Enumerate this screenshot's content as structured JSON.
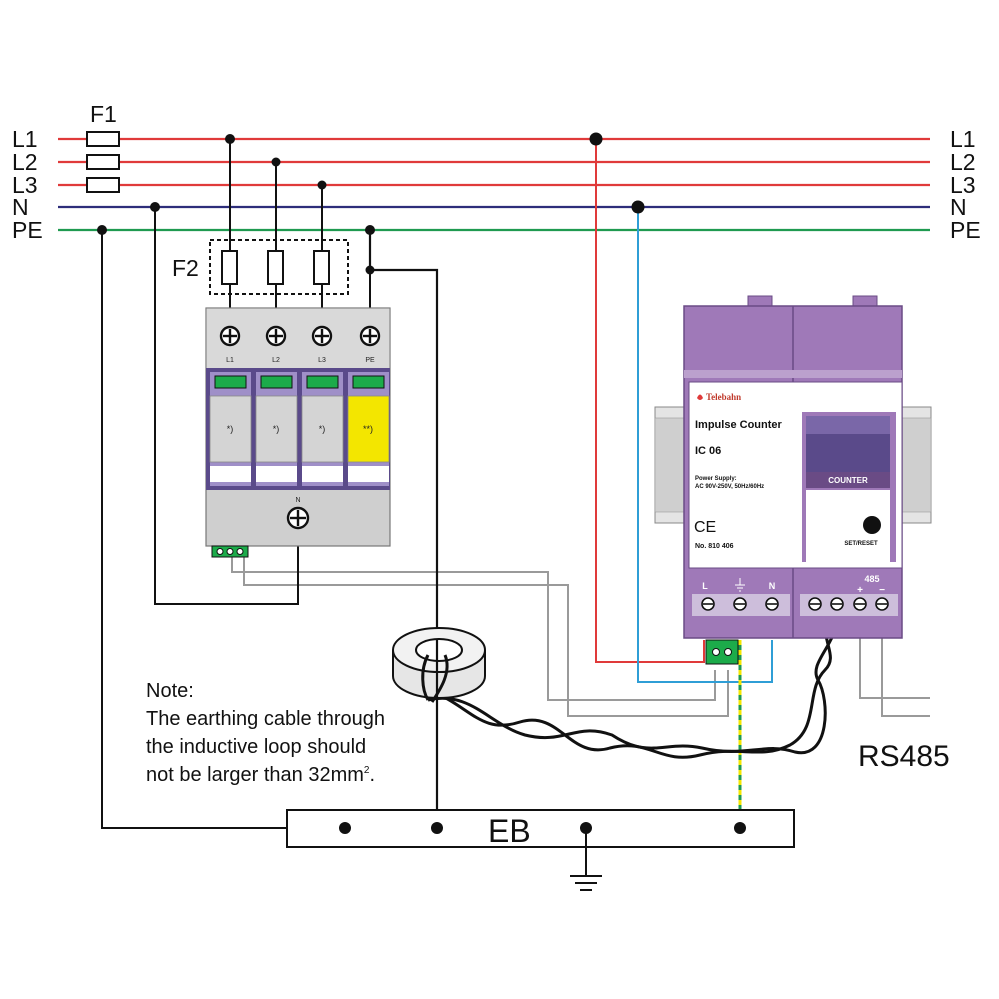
{
  "buses": [
    {
      "label": "L1",
      "color": "#e03a3a"
    },
    {
      "label": "L2",
      "color": "#e03a3a"
    },
    {
      "label": "L3",
      "color": "#e03a3a"
    },
    {
      "label": "N",
      "color": "#2d2d7a"
    },
    {
      "label": "PE",
      "color": "#1f9a50"
    }
  ],
  "fuses": {
    "f1": "F1",
    "f2": "F2"
  },
  "spd": {
    "terminals": [
      "L1",
      "L2",
      "L3",
      "PE"
    ],
    "modules": [
      "*)",
      "*)",
      "*)",
      "**)"
    ],
    "n_label": "N"
  },
  "counter": {
    "brand": "Telebahn",
    "title": "Impulse Counter",
    "model": "IC 06",
    "power_line1": "Power Supply:",
    "power_line2": "AC 90V-250V, 50Hz/60Hz",
    "ce": "CE",
    "number": "No. 810 406",
    "display_label": "COUNTER",
    "reset_label": "SET/RESET",
    "terminals": {
      "l": "L",
      "n": "N",
      "rs485": "485",
      "plus": "+",
      "minus": "−"
    }
  },
  "rs485_label": "RS485",
  "note": {
    "line1": "Note:",
    "line2": "The earthing cable through",
    "line3": "the inductive loop should",
    "line4": "not be larger than 32mm",
    "sup": "2",
    "tail": "."
  },
  "eb_label": "EB",
  "colors": {
    "phase": "#e03a3a",
    "neutral": "#2d2d7a",
    "earth": "#1f9a50",
    "device_purple": "#9f79b8",
    "device_dark": "#6a4b85",
    "spd_grey": "#cfcfcf",
    "spd_yellow": "#f3e600",
    "indicator": "#1cab4a",
    "cable_grey": "#9a9a9a",
    "cable_blue": "#2f9ed6"
  }
}
